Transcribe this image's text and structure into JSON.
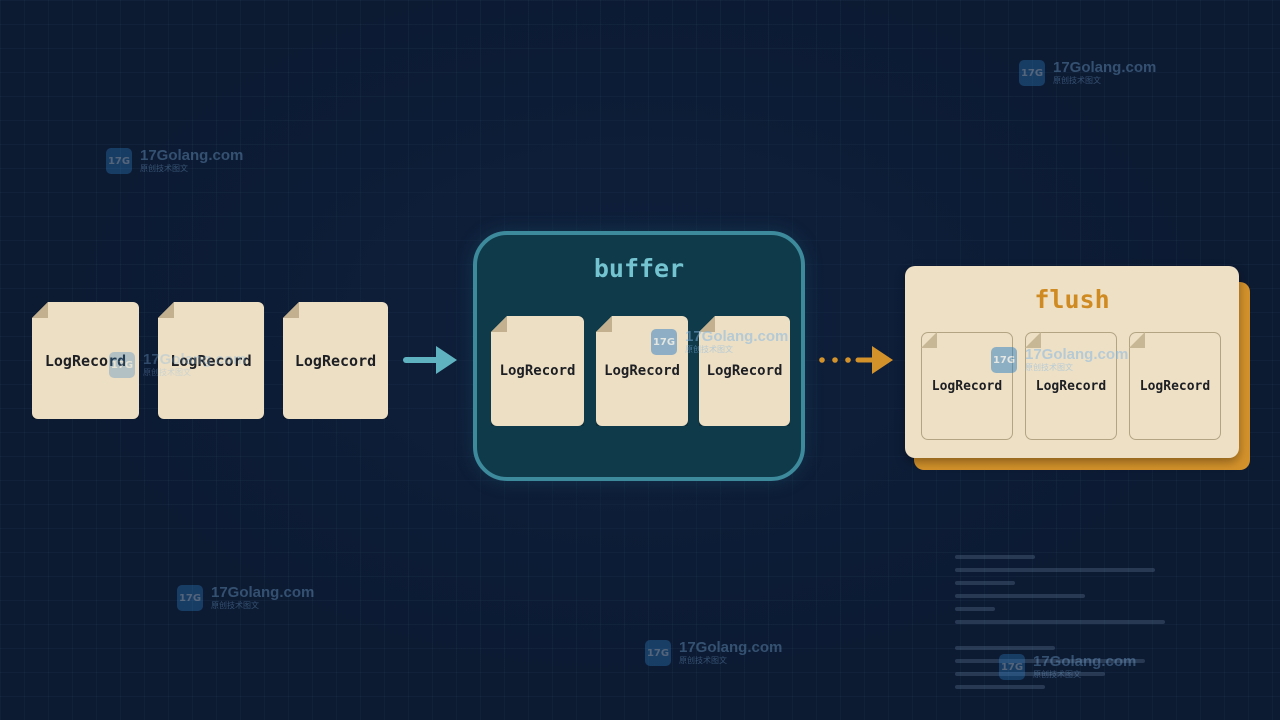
{
  "input_records": [
    "LogRecord",
    "LogRecord",
    "LogRecord"
  ],
  "buffer": {
    "title": "buffer",
    "records": [
      "LogRecord",
      "LogRecord",
      "LogRecord"
    ]
  },
  "flush": {
    "title": "flush",
    "records": [
      "LogRecord",
      "LogRecord",
      "LogRecord"
    ]
  },
  "watermark": {
    "logo": "17G",
    "name": "17Golang.com",
    "sub": "原创技术图文"
  },
  "colors": {
    "background": "#0c1a32",
    "card": "#eddfc4",
    "buffer_border": "#3d8a9c",
    "buffer_fill": "#0f3a4a",
    "buffer_title": "#74c3d0",
    "flush_accent": "#d4922b",
    "arrow_solid": "#5fb3c1",
    "arrow_dotted": "#d4922b"
  }
}
